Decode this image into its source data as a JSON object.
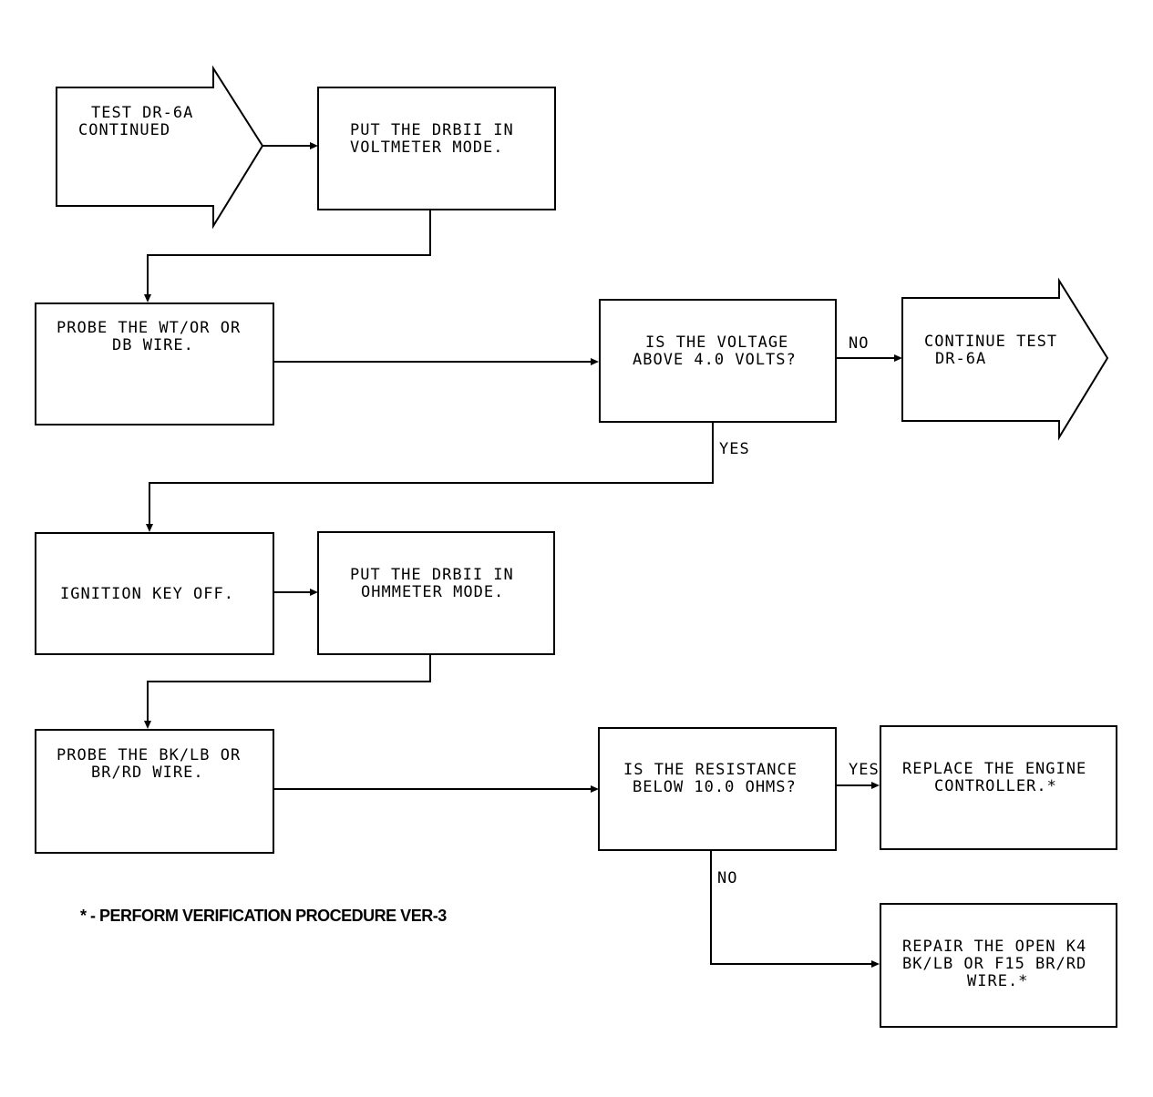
{
  "nodes": {
    "start_arrow": {
      "line1": "TEST DR-6A",
      "line2": "CONTINUED"
    },
    "voltmeter_mode": {
      "line1": "PUT THE DRBII IN",
      "line2": "VOLTMETER MODE."
    },
    "probe_wt_or": {
      "line1": "PROBE THE WT/OR OR",
      "line2": "DB WIRE."
    },
    "voltage_question": {
      "line1": "IS THE VOLTAGE",
      "line2": "ABOVE 4.0 VOLTS?"
    },
    "continue_arrow": {
      "line1": "CONTINUE TEST",
      "line2": "DR-6A"
    },
    "ignition_off": {
      "line1": "IGNITION KEY OFF."
    },
    "ohmmeter_mode": {
      "line1": "PUT THE DRBII IN",
      "line2": "OHMMETER MODE."
    },
    "probe_bk_lb": {
      "line1": "PROBE THE BK/LB OR",
      "line2": "BR/RD WIRE."
    },
    "resistance_question": {
      "line1": "IS THE RESISTANCE",
      "line2": "BELOW 10.0 OHMS?"
    },
    "replace_controller": {
      "line1": "REPLACE THE ENGINE",
      "line2": "CONTROLLER.*"
    },
    "repair_wire": {
      "line1": "REPAIR THE OPEN K4",
      "line2": "BK/LB OR F15 BR/RD",
      "line3": "WIRE.*"
    }
  },
  "edge_labels": {
    "voltage_no": "NO",
    "voltage_yes": "YES",
    "resistance_yes": "YES",
    "resistance_no": "NO"
  },
  "footnote": "* - PERFORM VERIFICATION PROCEDURE VER-3"
}
